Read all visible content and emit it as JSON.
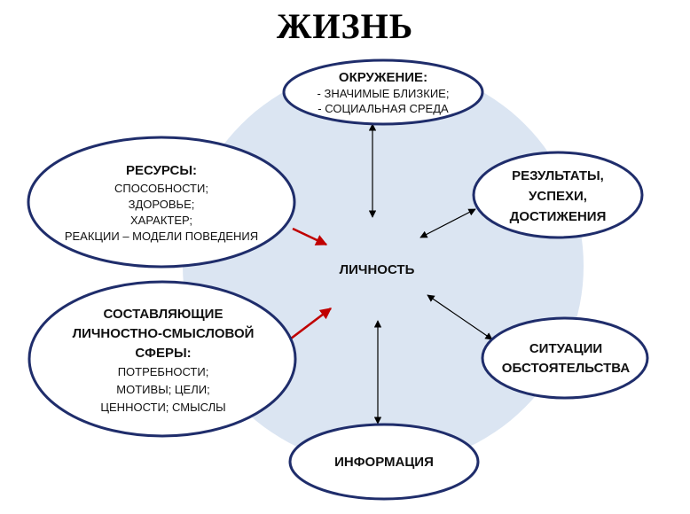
{
  "title": "ЖИЗНЬ",
  "center": "ЛИЧНОСТЬ",
  "environment": {
    "heading": "ОКРУЖЕНИЕ:",
    "items": [
      "- ЗНАЧИМЫЕ БЛИЗКИЕ;",
      "- СОЦИАЛЬНАЯ СРЕДА"
    ]
  },
  "resources": {
    "heading": "РЕСУРСЫ:",
    "items": [
      "СПОСОБНОСТИ;",
      "ЗДОРОВЬЕ;",
      "ХАРАКТЕР;",
      "РЕАКЦИИ – МОДЕЛИ ПОВЕДЕНИЯ"
    ]
  },
  "results": {
    "lines": [
      "РЕЗУЛЬТАТЫ,",
      "УСПЕХИ,",
      "ДОСТИЖЕНИЯ"
    ]
  },
  "components": {
    "heading": [
      "СОСТАВЛЯЮЩИЕ",
      "ЛИЧНОСТНО-СМЫСЛОВОЙ",
      "СФЕРЫ:"
    ],
    "items": [
      "ПОТРЕБНОСТИ;",
      "МОТИВЫ; ЦЕЛИ;",
      "ЦЕННОСТИ; СМЫСЛЫ"
    ]
  },
  "situations": {
    "lines": [
      "СИТУАЦИИ",
      "ОБСТОЯТЕЛЬСТВА"
    ]
  },
  "information": "ИНФОРМАЦИЯ",
  "colors": {
    "background_circle": "#dbe5f2",
    "ellipse_stroke": "#1f2d6b",
    "ellipse_fill": "#ffffff",
    "arrow_black": "#000000",
    "arrow_red": "#c00000"
  }
}
